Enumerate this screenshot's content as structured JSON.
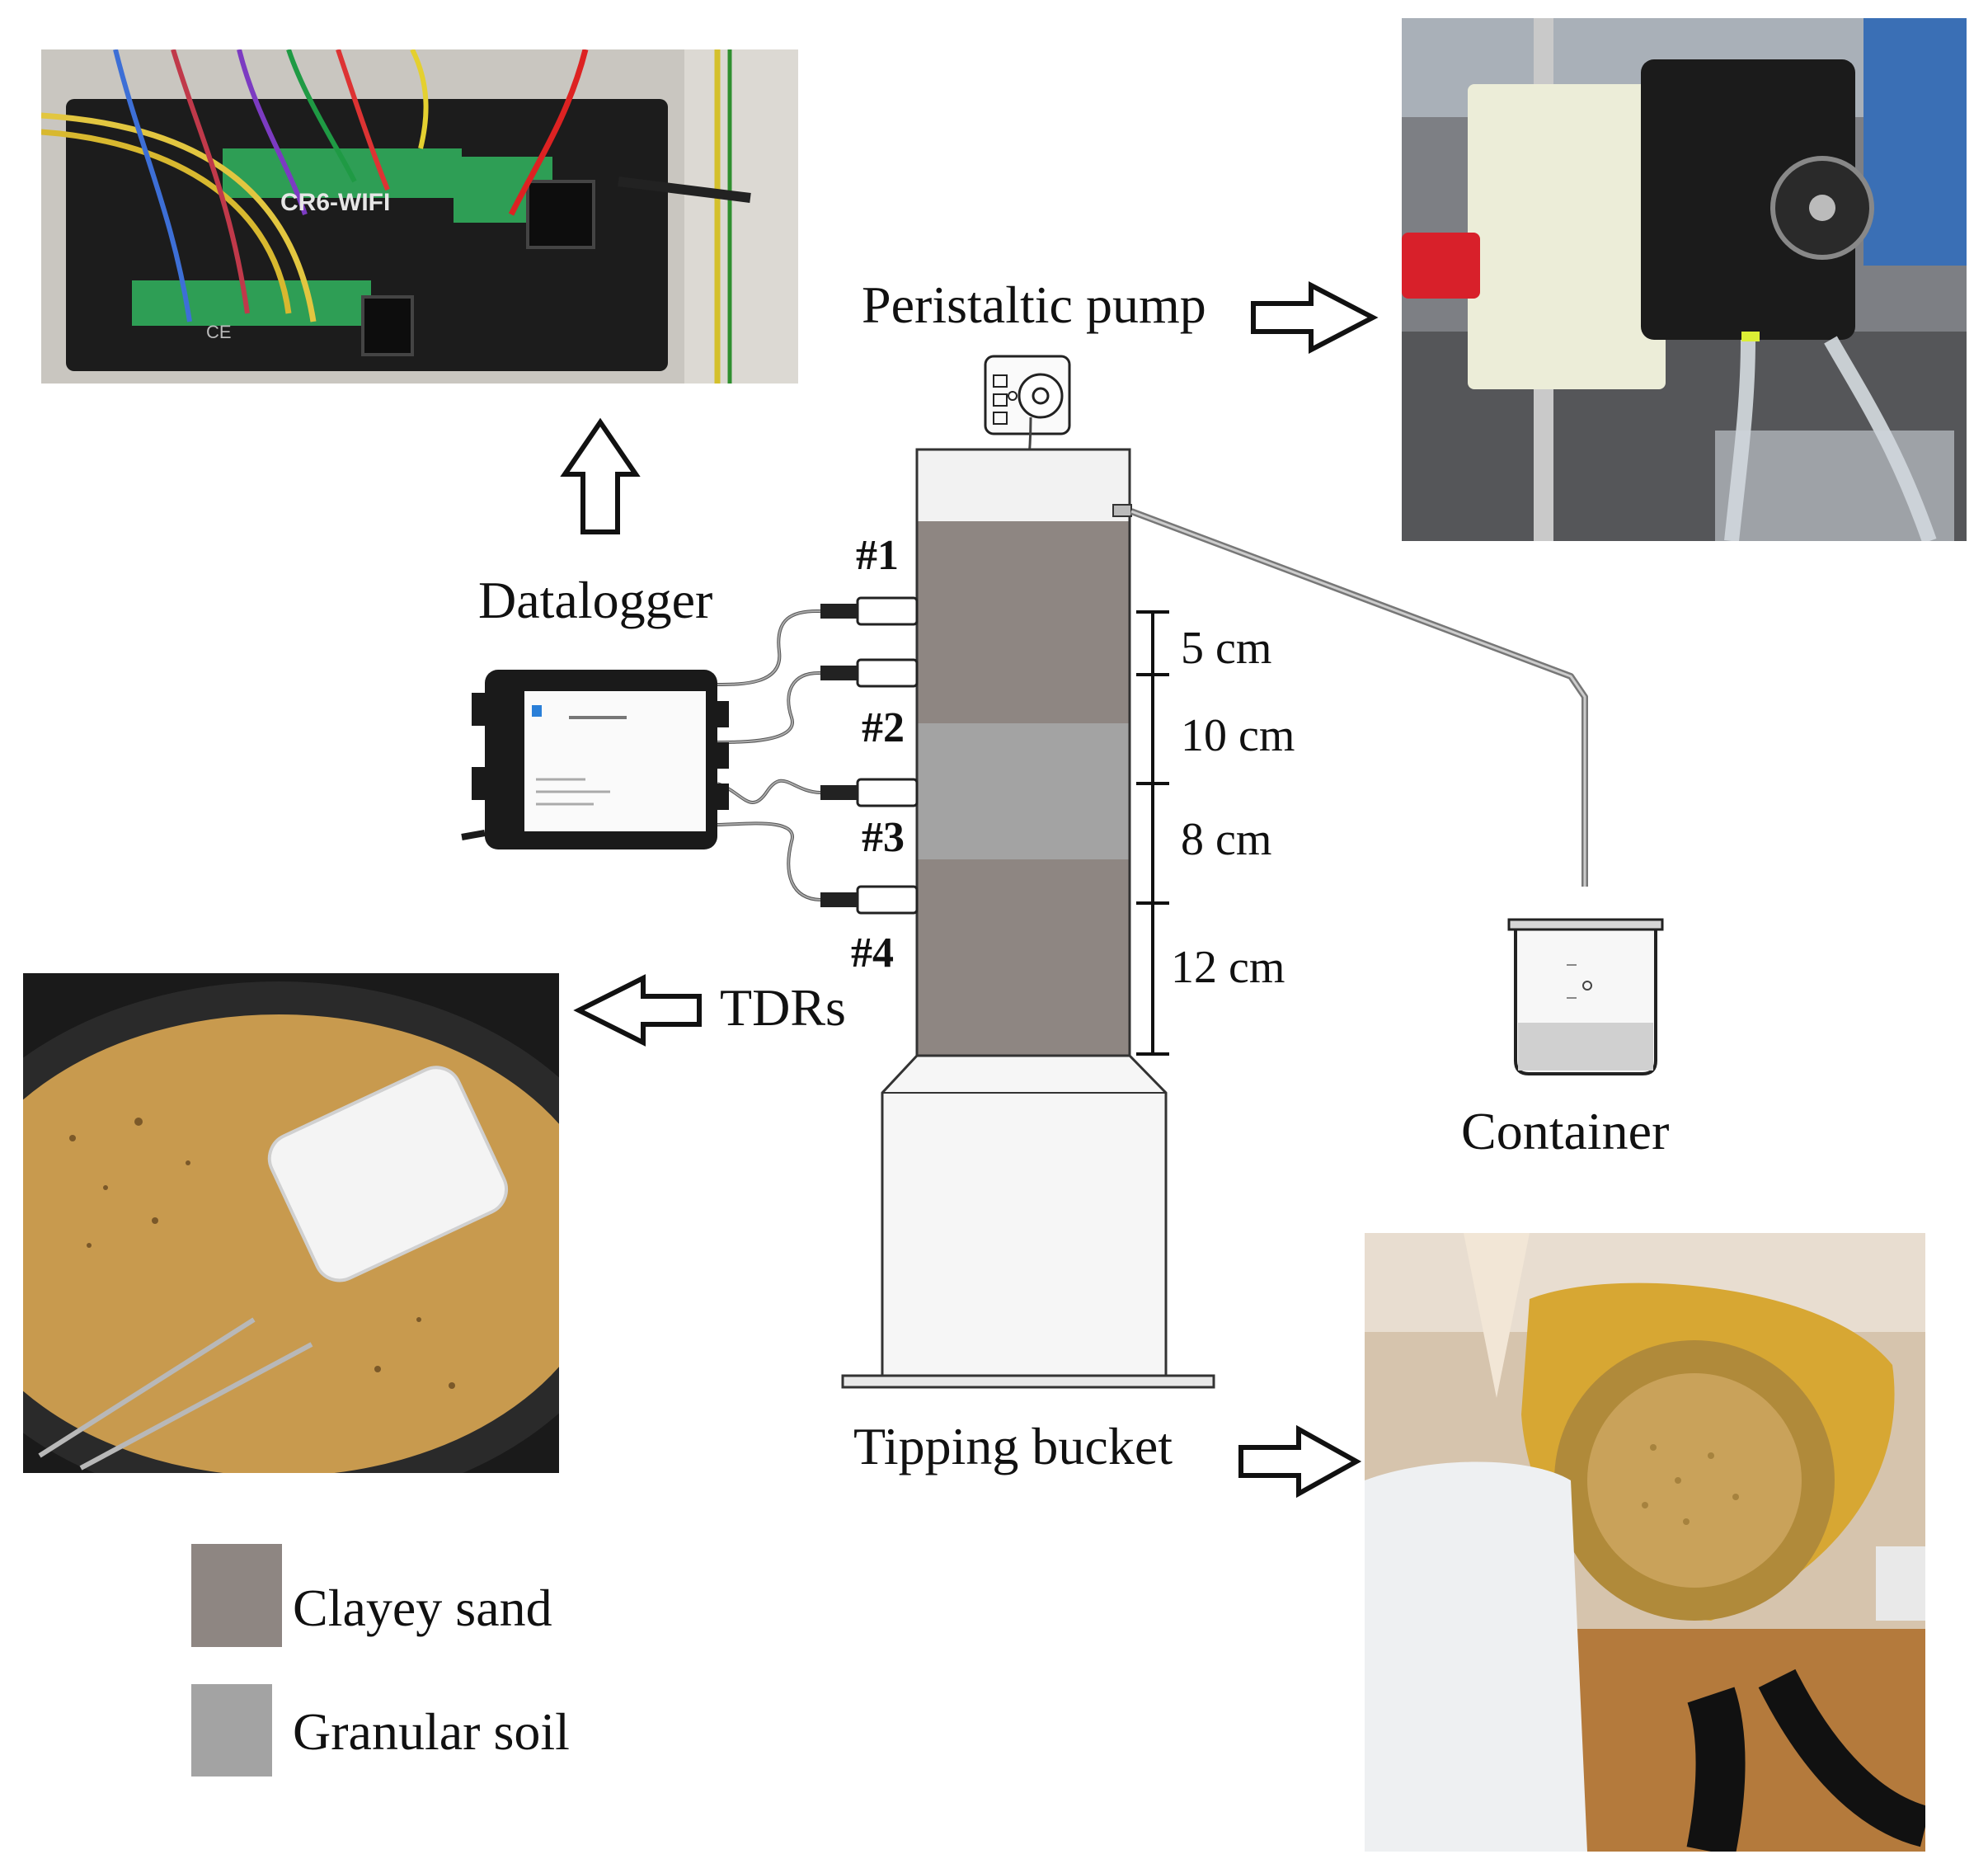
{
  "labels": {
    "peristaltic_pump": "Peristaltic pump",
    "datalogger": "Datalogger",
    "tdrs": "TDRs",
    "container": "Container",
    "tipping_bucket": "Tipping bucket"
  },
  "probes": [
    "#1",
    "#2",
    "#3",
    "#4"
  ],
  "layer_depths": [
    "5 cm",
    "10 cm",
    "8 cm",
    "12 cm"
  ],
  "legend": [
    {
      "label": "Clayey sand",
      "color": "#8e8682"
    },
    {
      "label": "Granular soil",
      "color": "#a3a3a3"
    }
  ],
  "photo_texts": {
    "datalogger_model": "CR6-WIFI",
    "datalogger_mark": "CE"
  },
  "colors": {
    "clayey_sand": "#8e8682",
    "granular_soil": "#a3a3a3",
    "arrow_outline": "#111111"
  }
}
